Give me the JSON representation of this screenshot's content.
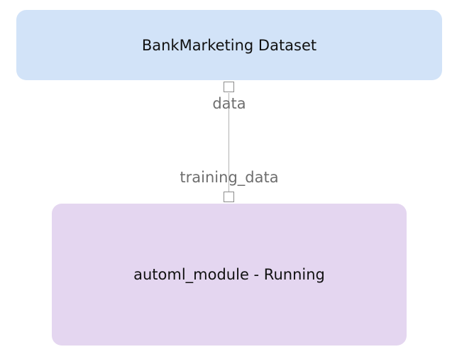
{
  "nodes": {
    "dataset": {
      "label": "BankMarketing Dataset",
      "color": "#d2e3f8"
    },
    "automl": {
      "label": "automl_module - Running",
      "color": "#e4d6f0"
    }
  },
  "edge": {
    "source_port": "data",
    "target_port": "training_data"
  }
}
